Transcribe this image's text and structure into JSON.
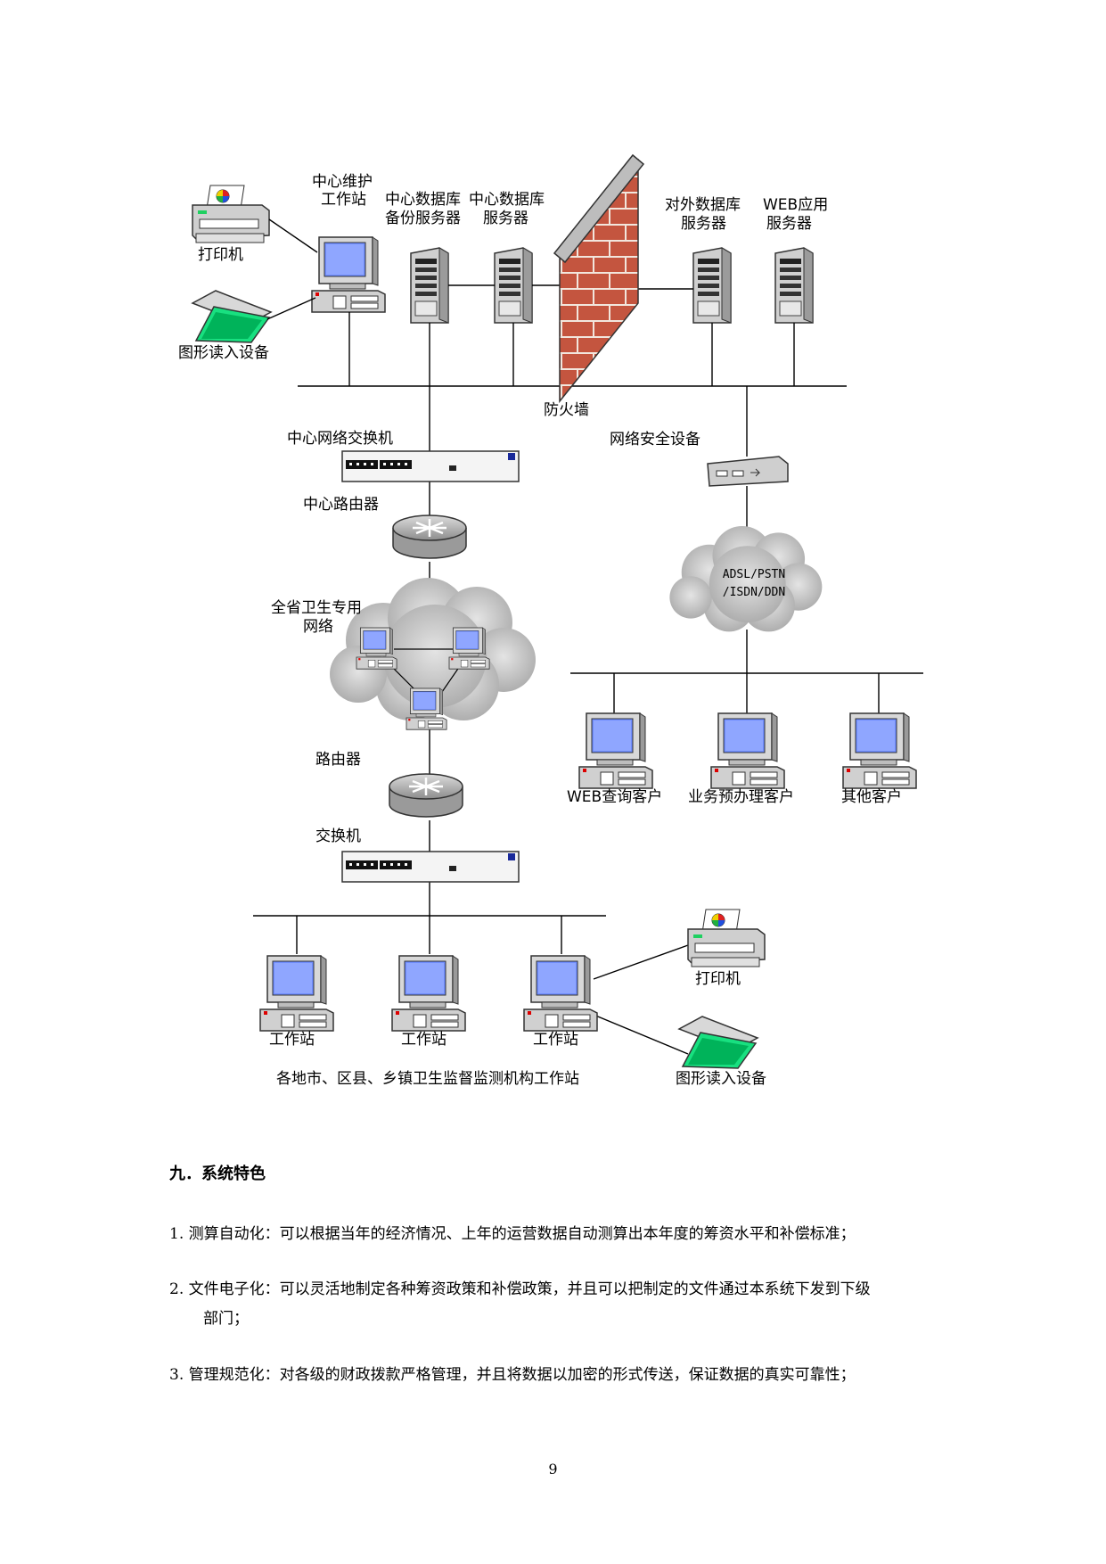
{
  "diagram": {
    "labels": {
      "printer_top": "打印机",
      "scanner_top": "图形读入设备",
      "center_ws_line1": "中心维护",
      "center_ws_line2": "工作站",
      "backup_db_line1": "中心数据库",
      "backup_db_line2": "备份服务器",
      "center_db_line1": "中心数据库",
      "center_db_line2": "服务器",
      "ext_db_line1": "对外数据库",
      "ext_db_line2": "服务器",
      "web_line1": "WEB应用",
      "web_line2": "服务器",
      "firewall": "防火墙",
      "center_switch": "中心网络交换机",
      "security_device": "网络安全设备",
      "center_router": "中心路由器",
      "adsl_line1": "ADSL/PSTN",
      "adsl_line2": "/ISDN/DDN",
      "prov_net_line1": "全省卫生专用",
      "prov_net_line2": "网络",
      "web_client": "WEB查询客户",
      "biz_client": "业务预办理客户",
      "other_client": "其他客户",
      "router": "路由器",
      "switch": "交换机",
      "ws1": "工作站",
      "ws2": "工作站",
      "ws3": "工作站",
      "printer_bottom": "打印机",
      "scanner_bottom": "图形读入设备",
      "bottom_caption": "各地市、区县、乡镇卫生监督监测机构工作站"
    }
  },
  "section": {
    "title": "九．系统特色",
    "items": [
      {
        "text": "1. 测算自动化：可以根据当年的经济情况、上年的运营数据自动测算出本年度的筹资水平和补偿标准；"
      },
      {
        "text": "2. 文件电子化：可以灵活地制定各种筹资政策和补偿政策，并且可以把制定的文件通过本系统下发到下级",
        "cont": "部门；"
      },
      {
        "text": "3. 管理规范化：对各级的财政拨款严格管理，并且将数据以加密的形式传送，保证数据的真实可靠性；"
      }
    ]
  },
  "page_number": "9"
}
